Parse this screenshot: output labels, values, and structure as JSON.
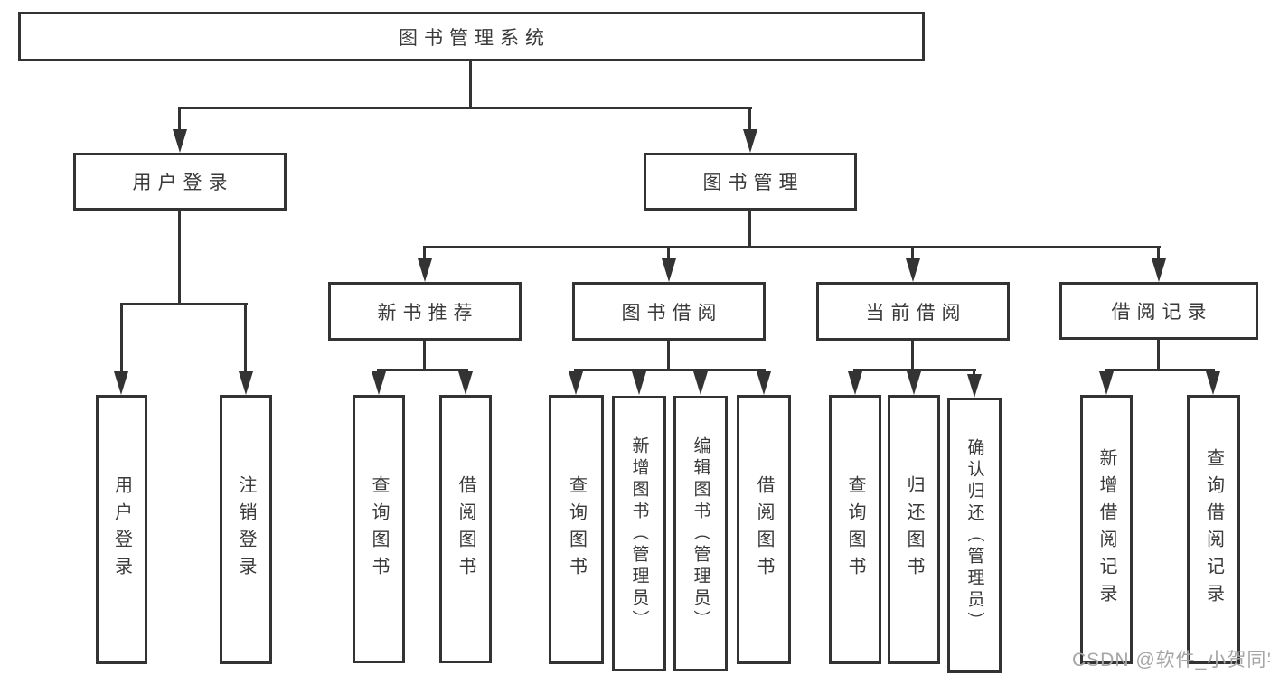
{
  "diagram_title": "图书管理系统",
  "watermark": "CSDN @软件_小贺同学",
  "colors": {
    "line": "#333333",
    "box_border": "#333333",
    "text": "#3a3a3a",
    "watermark": "#a6a6a6",
    "background": "#ffffff"
  },
  "tree": {
    "root": {
      "label": "图书管理系统",
      "children": [
        {
          "label": "用户登录",
          "children": [
            {
              "label": "用户登录"
            },
            {
              "label": "注销登录"
            }
          ]
        },
        {
          "label": "图书管理",
          "children": [
            {
              "label": "新书推荐",
              "children": [
                {
                  "label": "查询图书"
                },
                {
                  "label": "借阅图书"
                }
              ]
            },
            {
              "label": "图书借阅",
              "children": [
                {
                  "label": "查询图书"
                },
                {
                  "label": "新增图书（管理员）"
                },
                {
                  "label": "编辑图书（管理员）"
                },
                {
                  "label": "借阅图书"
                }
              ]
            },
            {
              "label": "当前借阅",
              "children": [
                {
                  "label": "查询图书"
                },
                {
                  "label": "归还图书"
                },
                {
                  "label": "确认归还（管理员）"
                }
              ]
            },
            {
              "label": "借阅记录",
              "children": [
                {
                  "label": "新增借阅记录"
                },
                {
                  "label": "查询借阅记录"
                }
              ]
            }
          ]
        }
      ]
    }
  }
}
